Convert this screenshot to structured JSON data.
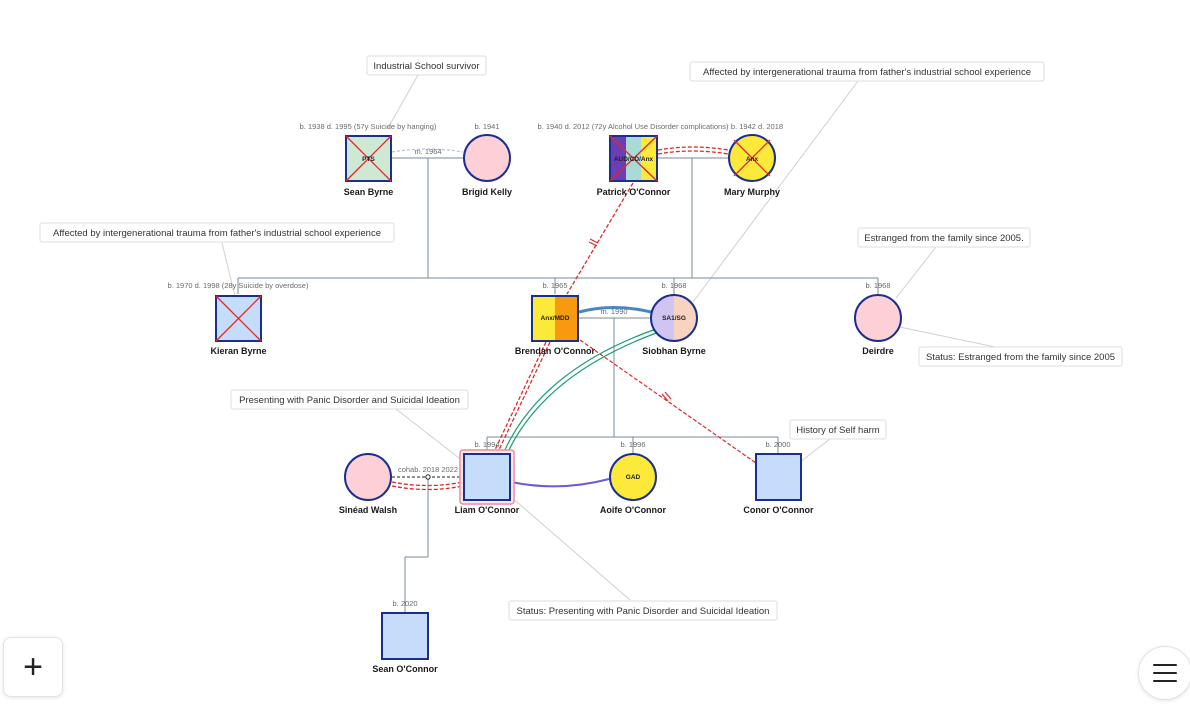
{
  "colors": {
    "male_fill": "#c5dcfa",
    "female_fill": "#fdd0d8",
    "outline": "#1b2f8f",
    "anxiety": "#fde93a",
    "mdd": "#f79a10",
    "aud": "#6a3fb5",
    "cd": "#a8dbd5",
    "pts": "#cfe8d3",
    "sa1": "#d0c4f0",
    "sg": "#f8d3bf",
    "gad": "#fde93a",
    "deceased_cross": "#e02828",
    "conflict": "#e02828",
    "closeness": "#1a9e6b",
    "marriage_blue": "#4a86c6",
    "child_purple": "#6a5bd9",
    "line": "#7a8a9a",
    "highlight": "#f08a9a"
  },
  "people": {
    "sean_byrne": {
      "name": "Sean Byrne",
      "meta": "b. 1938 d. 1995 (57y Suicide by hanging)",
      "condition": "PTS"
    },
    "brigid_kelly": {
      "name": "Brigid Kelly",
      "meta": "b. 1941"
    },
    "patrick_oconnor": {
      "name": "Patrick O'Connor",
      "meta": "b. 1940 d. 2012 (72y Alcohol Use Disorder complications)",
      "condition": "AUD/CD/Anx"
    },
    "mary_murphy": {
      "name": "Mary Murphy",
      "meta": "b. 1942 d. 2018",
      "condition": "Anx"
    },
    "kieran_byrne": {
      "name": "Kieran Byrne",
      "meta": "b. 1970 d. 1998 (28y Suicide by overdose)"
    },
    "brendan_oconnor": {
      "name": "Brendan O'Connor",
      "meta": "b. 1965",
      "condition": "Anx/MDD"
    },
    "siobhan_byrne": {
      "name": "Siobhan Byrne",
      "meta": "b. 1968",
      "condition": "SA1/SG"
    },
    "deirdre": {
      "name": "Deirdre",
      "meta": "b. 1968"
    },
    "sinead_walsh": {
      "name": "Sinéad Walsh"
    },
    "liam_oconnor": {
      "name": "Liam O'Connor",
      "meta": "b. 1994"
    },
    "aoife_oconnor": {
      "name": "Aoife O'Connor",
      "meta": "b. 1996",
      "condition": "GAD"
    },
    "conor_oconnor": {
      "name": "Conor O'Connor",
      "meta": "b. 2000"
    },
    "sean_oconnor": {
      "name": "Sean O'Connor",
      "meta": "b. 2020"
    }
  },
  "relationships": {
    "byrne_marriage": "m. 1964",
    "oconnor_marriage": "m. 1990",
    "cohabitation": "cohab. 2018 2022"
  },
  "notes": {
    "industrial_school": "Industrial School survivor",
    "trauma_siobhan": "Affected by intergenerational trauma from father's industrial school experience",
    "trauma_kieran": "Affected by intergenerational trauma from father's industrial school experience",
    "estranged": "Estranged from the family since 2005.",
    "status_estranged": "Status: Estranged from the family since 2005",
    "presenting": "Presenting with Panic Disorder and Suicidal Ideation",
    "history_self_harm": "History of Self harm",
    "status_presenting": "Status: Presenting with Panic Disorder and Suicidal Ideation"
  },
  "controls": {
    "add_icon": "plus-icon",
    "add_glyph": "+",
    "menu_icon": "hamburger-menu-icon"
  }
}
